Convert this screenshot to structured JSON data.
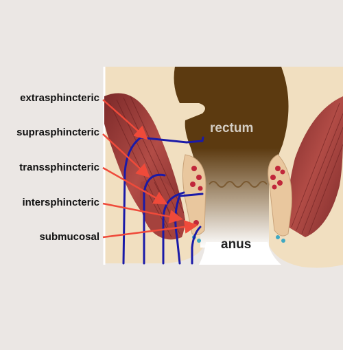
{
  "labels": {
    "extrasphincteric": "extrasphincteric",
    "suprasphincteric": "suprasphincteric",
    "transsphincteric": "transsphincteric",
    "intersphincteric": "intersphincteric",
    "submucosal": "submucosal"
  },
  "regions": {
    "rectum": "rectum",
    "anus": "anus"
  },
  "colors": {
    "background": "#ebe7e4",
    "skin": "#f1dfc0",
    "rectum": "#5c3a10",
    "muscle": "#9a3b38",
    "fistula_tract": "#1a1aa8",
    "arrow": "#ef4a3a"
  }
}
